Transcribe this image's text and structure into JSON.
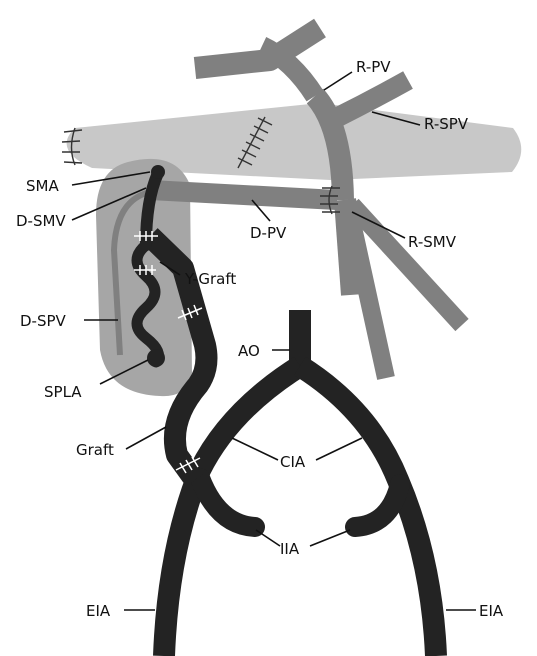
{
  "colors": {
    "artery": "#232323",
    "portal_vein": "#808080",
    "pancreas": "#c8c8c8",
    "donor_pancreas": "#a6a6a6",
    "background": "#ffffff"
  },
  "labels": {
    "rpv": "R-PV",
    "rspv": "R-SPV",
    "rsmv": "R-SMV",
    "dpv": "D-PV",
    "sma": "SMA",
    "dsmv": "D-SMV",
    "ygraft": "Y-Graft",
    "dspv": "D-SPV",
    "ao": "AO",
    "spla": "SPLA",
    "graft": "Graft",
    "cia": "CIA",
    "iia": "IIA",
    "eia_left": "EIA",
    "eia_right": "EIA"
  }
}
